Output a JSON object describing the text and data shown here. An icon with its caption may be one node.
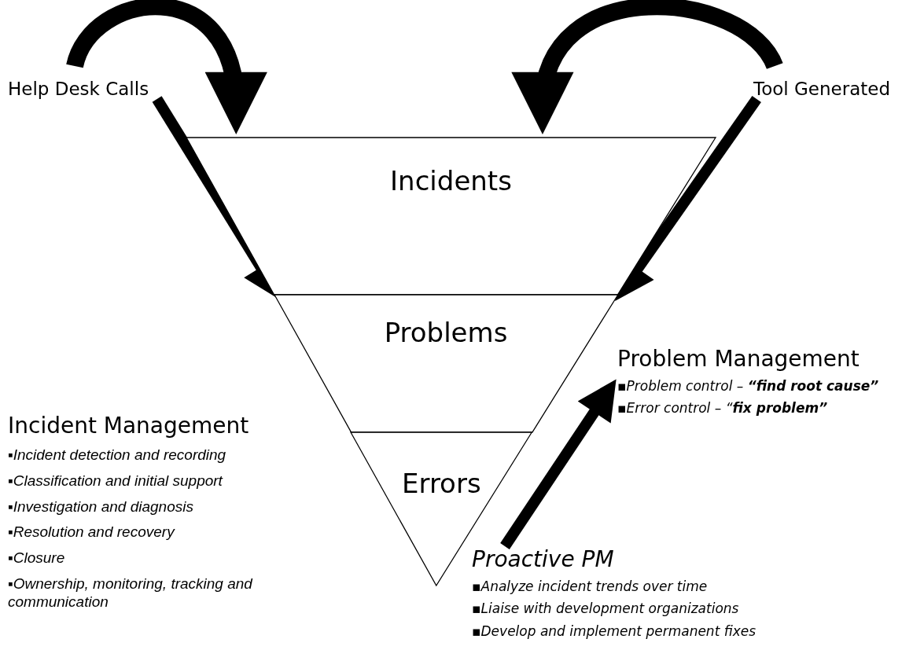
{
  "diagram": {
    "nodes": [
      {
        "text": [
          "Incidents"
        ]
      },
      {
        "text": [
          "Problems"
        ]
      },
      {
        "text": [
          "Errors"
        ]
      },
      {
        "text": [
          "Help Desk Calls"
        ]
      },
      {
        "text": [
          "Tool Generated"
        ]
      },
      {
        "text": [
          "Incident Management",
          "▪Incident detection and recording",
          "▪Classification and initial support",
          "▪Investigation and diagnosis",
          "▪Resolution and recovery",
          "▪Closure",
          "▪Ownership, monitoring, tracking and communication"
        ]
      },
      {
        "text": [
          "Problem Management",
          "▪Problem control – **“find root cause”**",
          "▪Error control – “**fix problem”**"
        ]
      },
      {
        "text": [
          "Proactive PM",
          "▪Analyze incident trends over time",
          "▪Liaise with development organizations",
          "▪Develop and implement permanent fixes"
        ]
      }
    ],
    "edges": [
      {
        "from": 3,
        "to": 0,
        "arrow": "to"
      },
      {
        "from": 4,
        "to": 0,
        "arrow": "to"
      },
      {
        "from": 3,
        "to": 1,
        "arrow": "to"
      },
      {
        "from": 4,
        "to": 1,
        "arrow": "to"
      },
      {
        "from": 7,
        "to": 6,
        "arrow": "to"
      }
    ]
  }
}
